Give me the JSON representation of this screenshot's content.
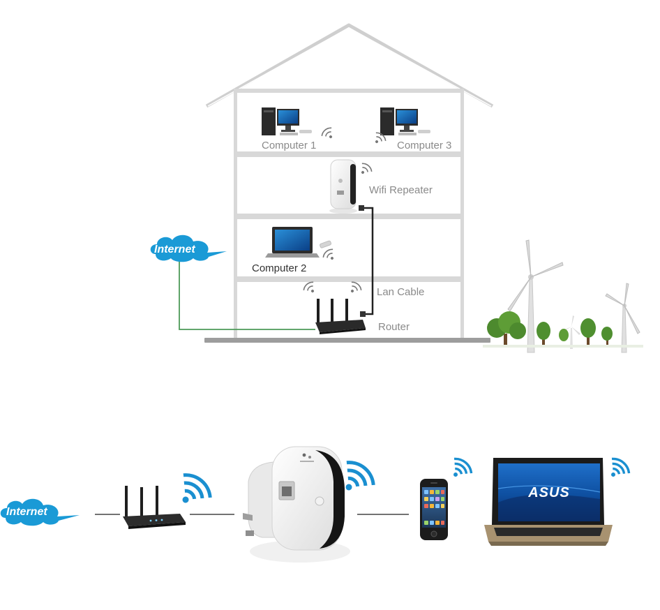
{
  "house": {
    "computer1_label": "Computer 1",
    "computer3_label": "Computer 3",
    "repeater_label": "Wifi Repeater",
    "computer2_label": "Computer 2",
    "lan_cable_label": "Lan Cable",
    "router_label": "Router",
    "internet_label": "Internet"
  },
  "bottom": {
    "internet_label": "Internet",
    "laptop_brand": "ASUS"
  },
  "colors": {
    "wire_green": "#4c9a57",
    "cable_dark": "#222222",
    "cloud_blue": "#1a9ad6",
    "wifi_blue": "#1a8fd0",
    "house_gray": "#d4d4d4",
    "label_gray": "#8a8a8a"
  }
}
